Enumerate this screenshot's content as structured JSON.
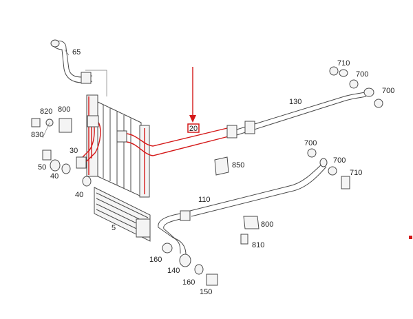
{
  "colors": {
    "line": "#4a4a4a",
    "highlight": "#d41818",
    "background": "#ffffff"
  },
  "callout": {
    "label": "20"
  },
  "labels": {
    "p5": "5",
    "p30": "30",
    "p40a": "40",
    "p40b": "40",
    "p50": "50",
    "p65": "65",
    "p110": "110",
    "p130": "130",
    "p140": "140",
    "p150": "150",
    "p160a": "160",
    "p160b": "160",
    "p700a": "700",
    "p700b": "700",
    "p700c": "700",
    "p700d": "700",
    "p710a": "710",
    "p710b": "710",
    "p800a": "800",
    "p800b": "800",
    "p810": "810",
    "p820": "820",
    "p830": "830",
    "p850": "850"
  }
}
